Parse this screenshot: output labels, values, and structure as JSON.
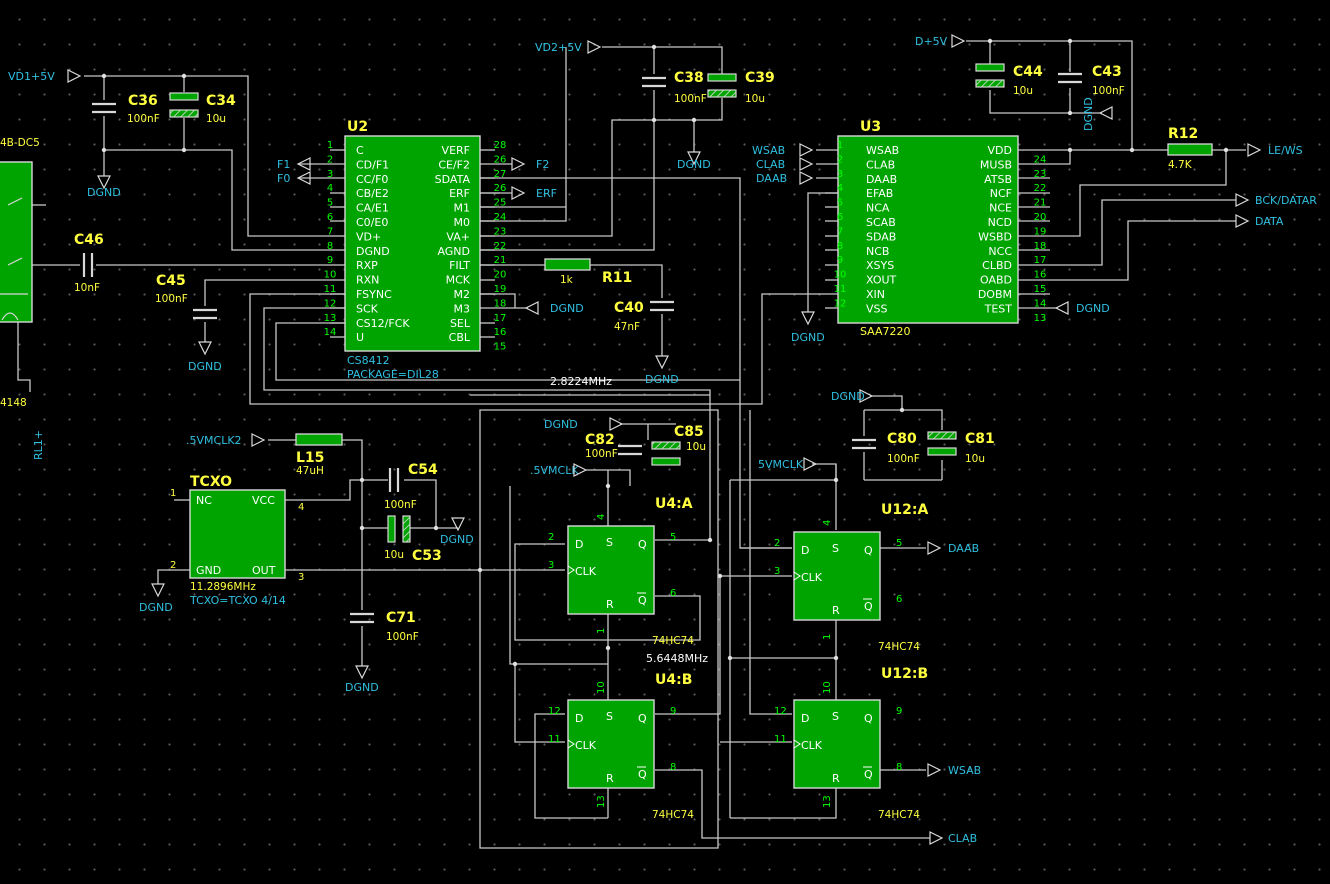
{
  "diagram": {
    "ic_labels": {
      "U2": {
        "ref": "U2",
        "part": "CS8412",
        "package": "PACKAGE=DIL28",
        "left_pins": [
          {
            "num": "1",
            "name": "C"
          },
          {
            "num": "2",
            "name": "CD/F1"
          },
          {
            "num": "3",
            "name": "CC/F0"
          },
          {
            "num": "4",
            "name": "CB/E2"
          },
          {
            "num": "5",
            "name": "CA/E1"
          },
          {
            "num": "6",
            "name": "C0/E0"
          },
          {
            "num": "7",
            "name": "VD+"
          },
          {
            "num": "8",
            "name": "DGND"
          },
          {
            "num": "9",
            "name": "RXP"
          },
          {
            "num": "10",
            "name": "RXN"
          },
          {
            "num": "11",
            "name": "FSYNC"
          },
          {
            "num": "12",
            "name": "SCK"
          },
          {
            "num": "13",
            "name": "CS12/FCK"
          },
          {
            "num": "14",
            "name": "U"
          }
        ],
        "right_pins": [
          {
            "num": "28",
            "name": "VERF"
          },
          {
            "num": "26",
            "name": "CE/F2"
          },
          {
            "num": "27",
            "name": "SDATA"
          },
          {
            "num": "26",
            "name": "ERF"
          },
          {
            "num": "25",
            "name": "M1"
          },
          {
            "num": "24",
            "name": "M0"
          },
          {
            "num": "23",
            "name": "VA+"
          },
          {
            "num": "22",
            "name": "AGND"
          },
          {
            "num": "21",
            "name": "FILT"
          },
          {
            "num": "20",
            "name": "MCK"
          },
          {
            "num": "19",
            "name": "M2"
          },
          {
            "num": "18",
            "name": "M3"
          },
          {
            "num": "17",
            "name": "SEL"
          },
          {
            "num": "16",
            "name": "CBL"
          },
          {
            "num": "15",
            "name": ""
          }
        ]
      },
      "U3": {
        "ref": "U3",
        "part": "SAA7220",
        "left_pins": [
          {
            "num": "1",
            "name": "WSAB"
          },
          {
            "num": "2",
            "name": "CLAB"
          },
          {
            "num": "3",
            "name": "DAAB"
          },
          {
            "num": "4",
            "name": "EFAB"
          },
          {
            "num": "5",
            "name": "NCA"
          },
          {
            "num": "6",
            "name": "SCAB"
          },
          {
            "num": "7",
            "name": "SDAB"
          },
          {
            "num": "8",
            "name": "NCB"
          },
          {
            "num": "9",
            "name": "XSYS"
          },
          {
            "num": "10",
            "name": "XOUT"
          },
          {
            "num": "11",
            "name": "XIN"
          },
          {
            "num": "12",
            "name": "VSS"
          }
        ],
        "right_pins": [
          {
            "num": "",
            "name": "VDD"
          },
          {
            "num": "24",
            "name": "MUSB"
          },
          {
            "num": "23",
            "name": "ATSB"
          },
          {
            "num": "22",
            "name": "NCF"
          },
          {
            "num": "21",
            "name": "NCE"
          },
          {
            "num": "20",
            "name": "NCD"
          },
          {
            "num": "19",
            "name": "WSBD"
          },
          {
            "num": "18",
            "name": "NCC"
          },
          {
            "num": "17",
            "name": "CLBD"
          },
          {
            "num": "16",
            "name": "OABD"
          },
          {
            "num": "15",
            "name": "DOBM"
          },
          {
            "num": "14",
            "name": "TEST"
          },
          {
            "num": "13",
            "name": ""
          }
        ]
      },
      "TCXO": {
        "ref": "TCXO",
        "nc": "NC",
        "vcc": "VCC",
        "gnd": "GND",
        "out": "OUT",
        "pin1": "1",
        "pin2": "2",
        "pin3": "3",
        "pin4": "4",
        "freq": "11.2896MHz",
        "note": "TCXO=TCXO 4/14"
      },
      "U4A": {
        "ref": "U4:A",
        "part": "74HC74",
        "d": "D",
        "clk": "CLK",
        "s": "S",
        "r": "R",
        "q": "Q",
        "qn": "Q",
        "pd": "2",
        "pclk": "3",
        "ps": "4",
        "pr": "1",
        "pq": "5",
        "pqn": "6"
      },
      "U4B": {
        "ref": "U4:B",
        "part": "74HC74",
        "d": "D",
        "clk": "CLK",
        "s": "S",
        "r": "R",
        "q": "Q",
        "qn": "Q",
        "pd": "12",
        "pclk": "11",
        "ps": "10",
        "pr": "13",
        "pq": "9",
        "pqn": "8"
      },
      "U12A": {
        "ref": "U12:A",
        "part": "74HC74",
        "d": "D",
        "clk": "CLK",
        "s": "S",
        "r": "R",
        "q": "Q",
        "qn": "Q",
        "pd": "2",
        "pclk": "3",
        "ps": "4",
        "pr": "1",
        "pq": "5",
        "pqn": "6"
      },
      "U12B": {
        "ref": "U12:B",
        "part": "74HC74",
        "d": "D",
        "clk": "CLK",
        "s": "S",
        "r": "R",
        "q": "Q",
        "qn": "Q",
        "pd": "12",
        "pclk": "11",
        "ps": "10",
        "pr": "13",
        "pq": "9",
        "pqn": "8"
      }
    },
    "parts": {
      "C36": {
        "ref": "C36",
        "val": "100nF"
      },
      "C34": {
        "ref": "C34",
        "val": "10u"
      },
      "C46": {
        "ref": "C46",
        "val": "10nF"
      },
      "C45": {
        "ref": "C45",
        "val": "100nF"
      },
      "C38": {
        "ref": "C38",
        "val": "100nF"
      },
      "C39": {
        "ref": "C39",
        "val": "10u"
      },
      "R11": {
        "ref": "R11",
        "val": "1k"
      },
      "C40": {
        "ref": "C40",
        "val": "47nF"
      },
      "C44": {
        "ref": "C44",
        "val": "10u"
      },
      "C43": {
        "ref": "C43",
        "val": "100nF"
      },
      "R12": {
        "ref": "R12",
        "val": "4.7K"
      },
      "L15": {
        "ref": "L15",
        "val": "47uH"
      },
      "C54": {
        "ref": "C54",
        "val": "100nF"
      },
      "C53": {
        "ref": "C53",
        "val": "10u"
      },
      "C71": {
        "ref": "C71",
        "val": "100nF"
      },
      "C82": {
        "ref": "C82",
        "val": "100nF"
      },
      "C85": {
        "ref": "C85",
        "val": "10u"
      },
      "C80": {
        "ref": "C80",
        "val": "100nF"
      },
      "C81": {
        "ref": "C81",
        "val": "10u"
      }
    },
    "nets": {
      "vd1": "VD1+5V",
      "vd2": "VD2+5V",
      "dplus": "D+5V",
      "f1": "F1",
      "f0": "F0",
      "f2": "F2",
      "erf": "ERF",
      "wsab": "WSAB",
      "clab": "CLAB",
      "daab": "DAAB",
      "lews": "LE/WS",
      "bck": "BCK/DATAR",
      "data": "DATA",
      "vmclk2": ".5VMCLK2",
      "vmclk": ".5VMCLK",
      "vmclk_r": "5VMCLK",
      "daab_out": "DAAB",
      "wsab_out": "WSAB",
      "clab_out": "CLAB",
      "dgnd": "DGND",
      "rl1": "RL1+",
      "left_part": "4B-DC5",
      "left_num": "4148"
    },
    "annotations": {
      "f28": "2.8224MHz",
      "f56": "5.6448MHz"
    }
  }
}
